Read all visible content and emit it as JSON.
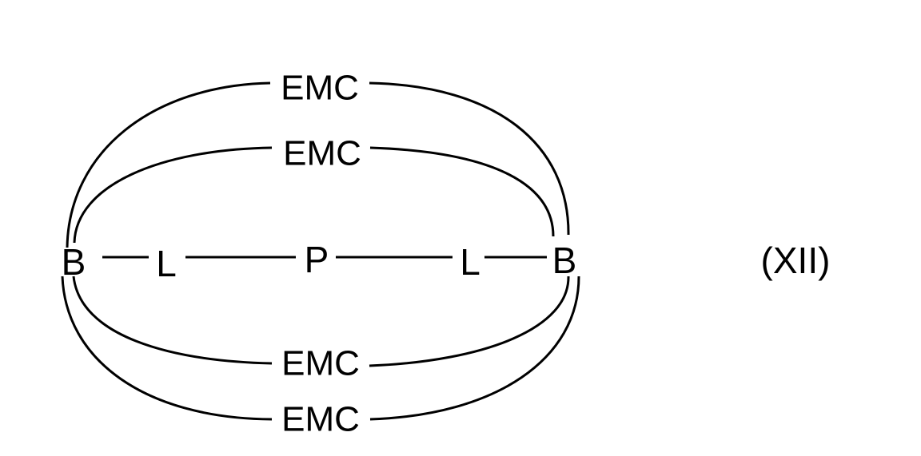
{
  "diagram": {
    "formula_id": "(XII)",
    "nodes": {
      "b_left": "B",
      "l_left": "L",
      "p_center": "P",
      "l_right": "L",
      "b_right": "B"
    },
    "arcs": {
      "top_outer": "EMC",
      "top_inner": "EMC",
      "bottom_inner": "EMC",
      "bottom_outer": "EMC"
    },
    "colors": {
      "ink": "#000000",
      "background": "#ffffff"
    }
  }
}
